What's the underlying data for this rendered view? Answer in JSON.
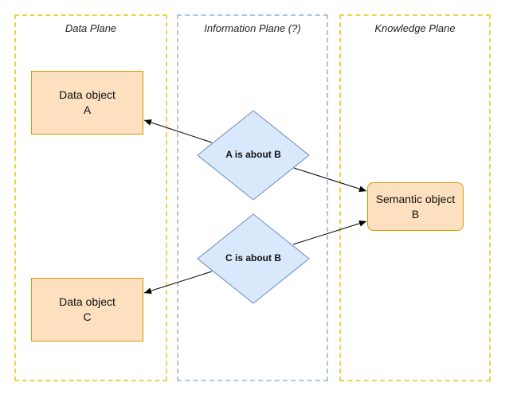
{
  "planes": [
    {
      "title": "Data Plane",
      "color": "#f2d14a"
    },
    {
      "title": "Information Plane (?)",
      "color": "#a9c4e6"
    },
    {
      "title": "Knowledge Plane",
      "color": "#f2d14a"
    }
  ],
  "objects": {
    "data_a": {
      "line1": "Data object",
      "line2": "A",
      "fill": "#fde0c0",
      "stroke": "#d79b00"
    },
    "data_c": {
      "line1": "Data object",
      "line2": "C",
      "fill": "#fde0c0",
      "stroke": "#d79b00"
    },
    "semantic_b": {
      "line1": "Semantic object",
      "line2": "B",
      "fill": "#fde0c0",
      "stroke": "#d79b00"
    }
  },
  "relations": {
    "a_about_b": {
      "label": "A is about B",
      "fill": "#dae8fc",
      "stroke": "#6c8ebf"
    },
    "c_about_b": {
      "label": "C is about B",
      "fill": "#dae8fc",
      "stroke": "#6c8ebf"
    }
  }
}
